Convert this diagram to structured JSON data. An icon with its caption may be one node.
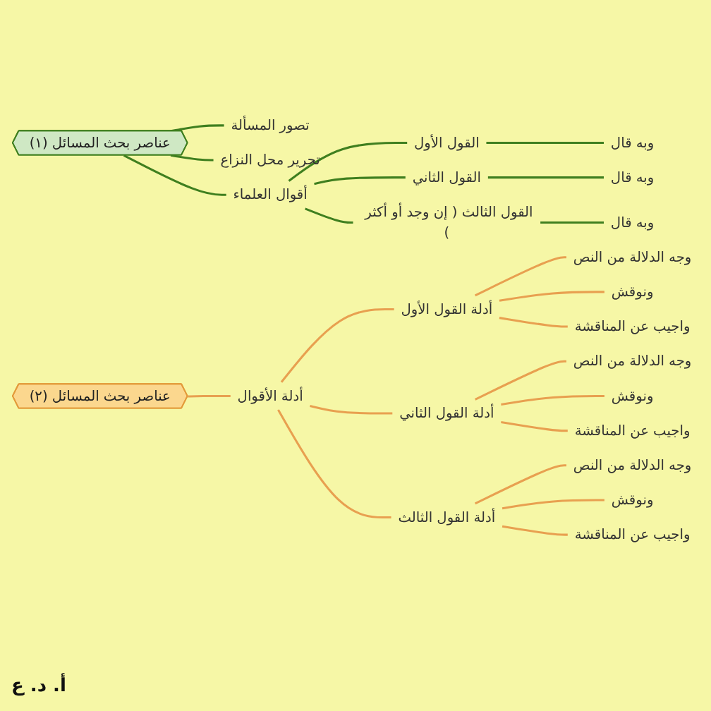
{
  "diagram": {
    "nodes": [
      {
        "text": [
          "عناصر بحث المسائل (١)"
        ]
      },
      {
        "text": [
          "تصور المسألة"
        ]
      },
      {
        "text": [
          "تحرير محل النزاع"
        ]
      },
      {
        "text": [
          "أقوال العلماء"
        ]
      },
      {
        "text": [
          "القول الأول"
        ]
      },
      {
        "text": [
          "وبه قال"
        ]
      },
      {
        "text": [
          "القول الثاني"
        ]
      },
      {
        "text": [
          "وبه قال"
        ]
      },
      {
        "text": [
          "القول الثالث ( إن وجد أو أكثر )"
        ]
      },
      {
        "text": [
          "وبه قال"
        ]
      },
      {
        "text": [
          "عناصر بحث المسائل (٢)"
        ]
      },
      {
        "text": [
          "أدلة الأقوال"
        ]
      },
      {
        "text": [
          "أدلة القول الأول"
        ]
      },
      {
        "text": [
          "وجه الدلالة من النص"
        ]
      },
      {
        "text": [
          "ونوقش"
        ]
      },
      {
        "text": [
          "واجيب عن المناقشة"
        ]
      },
      {
        "text": [
          "أدلة القول الثاني"
        ]
      },
      {
        "text": [
          "وجه الدلالة من النص"
        ]
      },
      {
        "text": [
          "ونوقش"
        ]
      },
      {
        "text": [
          "واجيب عن المناقشة"
        ]
      },
      {
        "text": [
          "أدلة القول الثالث"
        ]
      },
      {
        "text": [
          "وجه الدلالة من النص"
        ]
      },
      {
        "text": [
          "ونوقش"
        ]
      },
      {
        "text": [
          "واجيب عن المناقشة"
        ]
      }
    ],
    "edges": [
      {
        "from": 0,
        "to": 1,
        "arrow": "none",
        "color": "#3f7f1f"
      },
      {
        "from": 0,
        "to": 2,
        "arrow": "none",
        "color": "#3f7f1f"
      },
      {
        "from": 0,
        "to": 3,
        "arrow": "none",
        "color": "#3f7f1f"
      },
      {
        "from": 3,
        "to": 4,
        "arrow": "none",
        "color": "#3f7f1f"
      },
      {
        "from": 3,
        "to": 6,
        "arrow": "none",
        "color": "#3f7f1f"
      },
      {
        "from": 3,
        "to": 8,
        "arrow": "none",
        "color": "#3f7f1f"
      },
      {
        "from": 4,
        "to": 5,
        "arrow": "none",
        "color": "#3f7f1f"
      },
      {
        "from": 6,
        "to": 7,
        "arrow": "none",
        "color": "#3f7f1f"
      },
      {
        "from": 8,
        "to": 9,
        "arrow": "none",
        "color": "#3f7f1f"
      },
      {
        "from": 10,
        "to": 11,
        "arrow": "none"
      },
      {
        "from": 11,
        "to": 12,
        "arrow": "none"
      },
      {
        "from": 11,
        "to": 16,
        "arrow": "none"
      },
      {
        "from": 11,
        "to": 20,
        "arrow": "none"
      },
      {
        "from": 12,
        "to": 13,
        "arrow": "none"
      },
      {
        "from": 12,
        "to": 14,
        "arrow": "none"
      },
      {
        "from": 12,
        "to": 15,
        "arrow": "none"
      },
      {
        "from": 16,
        "to": 17,
        "arrow": "none"
      },
      {
        "from": 16,
        "to": 18,
        "arrow": "none"
      },
      {
        "from": 16,
        "to": 19,
        "arrow": "none"
      },
      {
        "from": 20,
        "to": 21,
        "arrow": "none"
      },
      {
        "from": 20,
        "to": 22,
        "arrow": "none"
      },
      {
        "from": 20,
        "to": 23,
        "arrow": "none"
      }
    ],
    "labels": [
      "أ. د. ع"
    ]
  }
}
